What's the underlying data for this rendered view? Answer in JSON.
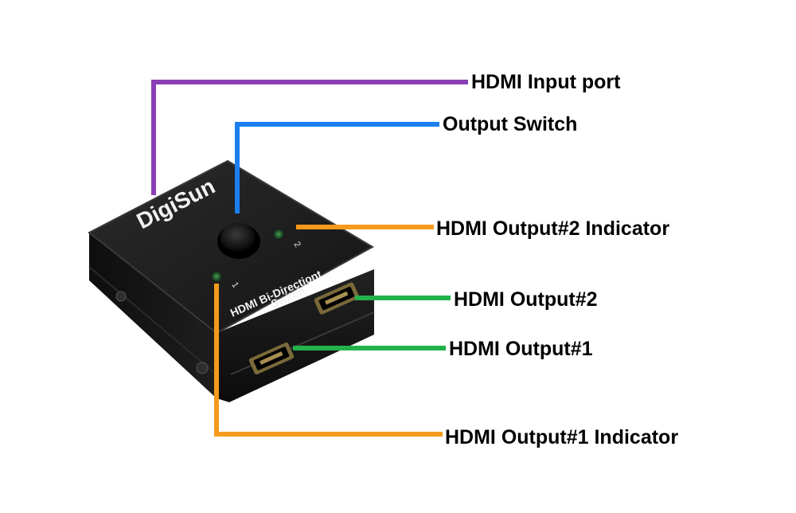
{
  "brand": {
    "logo_text": "DigiSun"
  },
  "device": {
    "label_line1": "HDMI Bi-Directiont",
    "label_line2": "Switch",
    "led1_number": "1",
    "led2_number": "2"
  },
  "callouts": [
    {
      "id": "hdmi-input-port",
      "label": "HDMI Input port",
      "color": "#8b3fb5"
    },
    {
      "id": "output-switch",
      "label": "Output Switch",
      "color": "#1b7ff0"
    },
    {
      "id": "hdmi-output2-indicator",
      "label": "HDMI Output#2 Indicator",
      "color": "#f59a1c"
    },
    {
      "id": "hdmi-output2",
      "label": "HDMI Output#2",
      "color": "#23b24a"
    },
    {
      "id": "hdmi-output1",
      "label": "HDMI Output#1",
      "color": "#23b24a"
    },
    {
      "id": "hdmi-output1-indicator",
      "label": "HDMI Output#1 Indicator",
      "color": "#f59a1c"
    }
  ],
  "colors": {
    "device_body": "#1c1c1c",
    "device_edge": "#3a3a3a",
    "led": "#1f5a2a"
  }
}
